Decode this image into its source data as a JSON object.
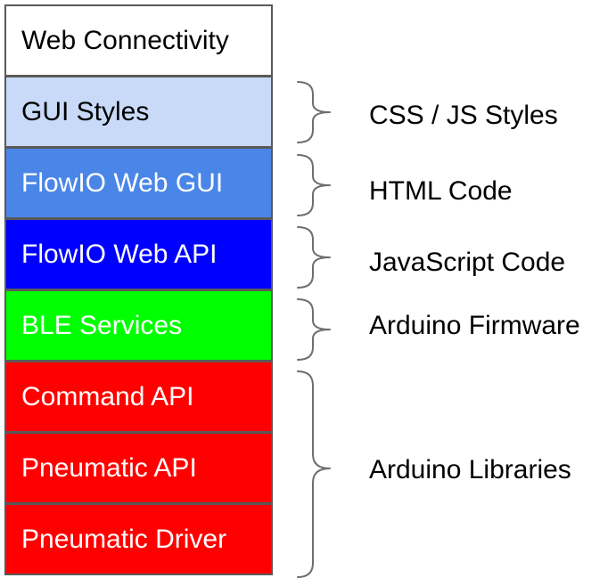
{
  "layers": [
    {
      "label": "Web Connectivity",
      "bg": "#ffffff",
      "fg": "#000000"
    },
    {
      "label": "GUI Styles",
      "bg": "#c9daf8",
      "fg": "#000000"
    },
    {
      "label": "FlowIO Web GUI",
      "bg": "#4a86e8",
      "fg": "#ffffff"
    },
    {
      "label": "FlowIO Web API",
      "bg": "#0000ff",
      "fg": "#ffffff"
    },
    {
      "label": "BLE Services",
      "bg": "#00ff00",
      "fg": "#ffffff"
    },
    {
      "label": "Command API",
      "bg": "#ff0000",
      "fg": "#ffffff"
    },
    {
      "label": "Pneumatic API",
      "bg": "#ff0000",
      "fg": "#ffffff"
    },
    {
      "label": "Pneumatic Driver",
      "bg": "#ff0000",
      "fg": "#ffffff"
    }
  ],
  "annotations": [
    {
      "label": "CSS / JS Styles"
    },
    {
      "label": "HTML Code"
    },
    {
      "label": "JavaScript Code"
    },
    {
      "label": "Arduino Firmware"
    },
    {
      "label": "Arduino Libraries"
    }
  ]
}
